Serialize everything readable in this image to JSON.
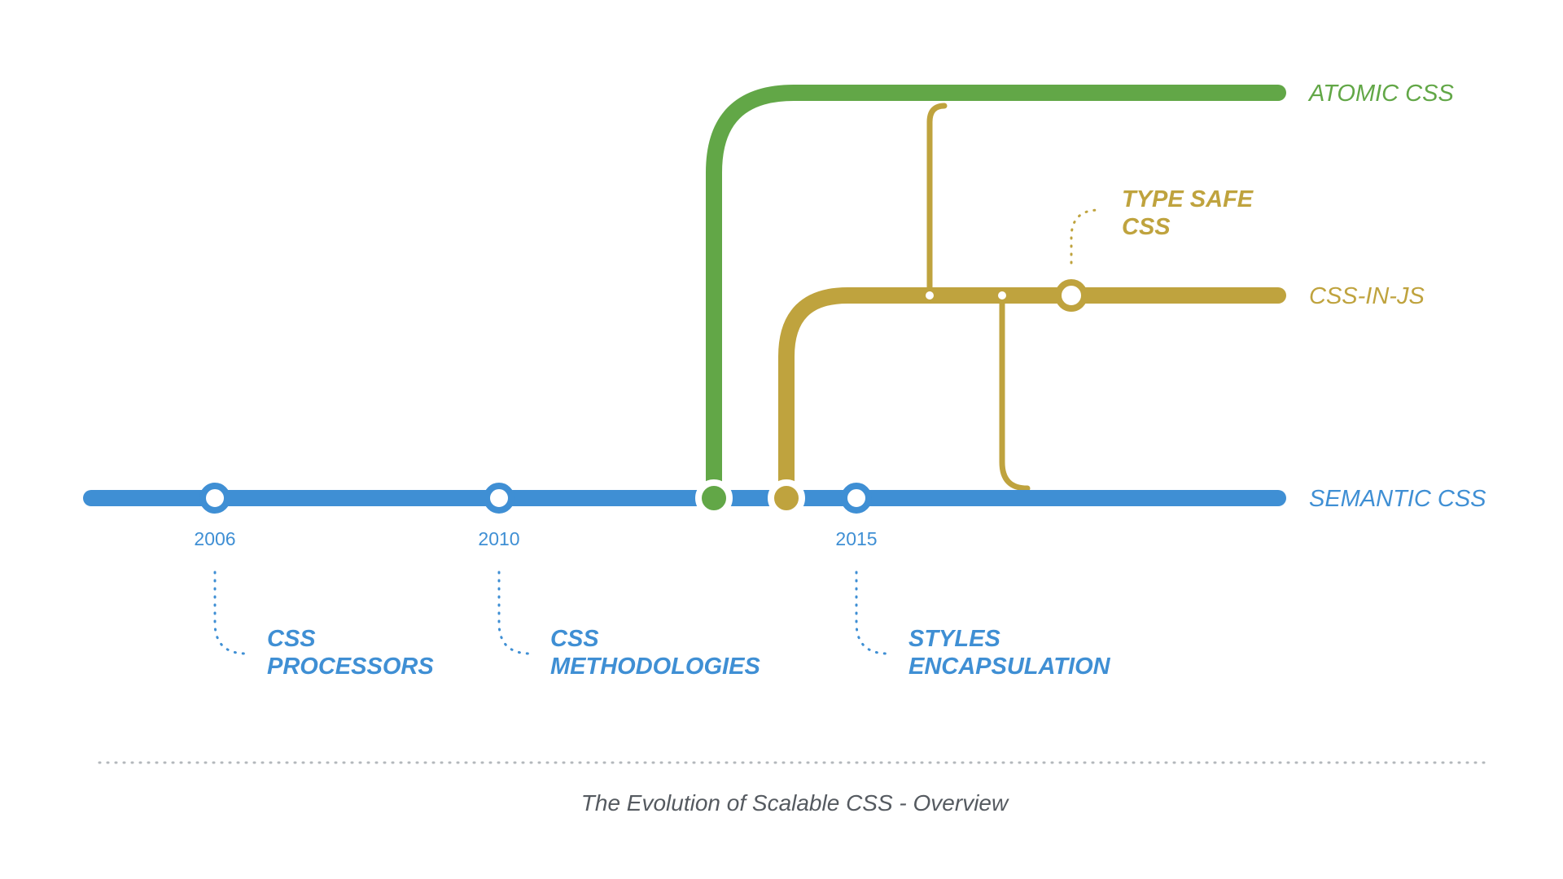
{
  "colors": {
    "semantic": "#3f8fd4",
    "atomic": "#62a747",
    "cssinjs": "#bfa33e",
    "caption": "#555a60",
    "dots": "#b4b8bc"
  },
  "lines": {
    "atomic": "ATOMIC CSS",
    "cssinjs": "CSS-IN-JS",
    "semantic": "SEMANTIC CSS"
  },
  "years": {
    "y2006": "2006",
    "y2010": "2010",
    "y2015": "2015"
  },
  "milestones": {
    "processors": {
      "line1": "CSS",
      "line2": "PROCESSORS"
    },
    "methodologies": {
      "line1": "CSS",
      "line2": "METHODOLOGIES"
    },
    "encapsulation": {
      "line1": "STYLES",
      "line2": "ENCAPSULATION"
    },
    "typesafe": {
      "line1": "TYPE SAFE",
      "line2": "CSS"
    }
  },
  "caption": "The Evolution of Scalable CSS - Overview"
}
